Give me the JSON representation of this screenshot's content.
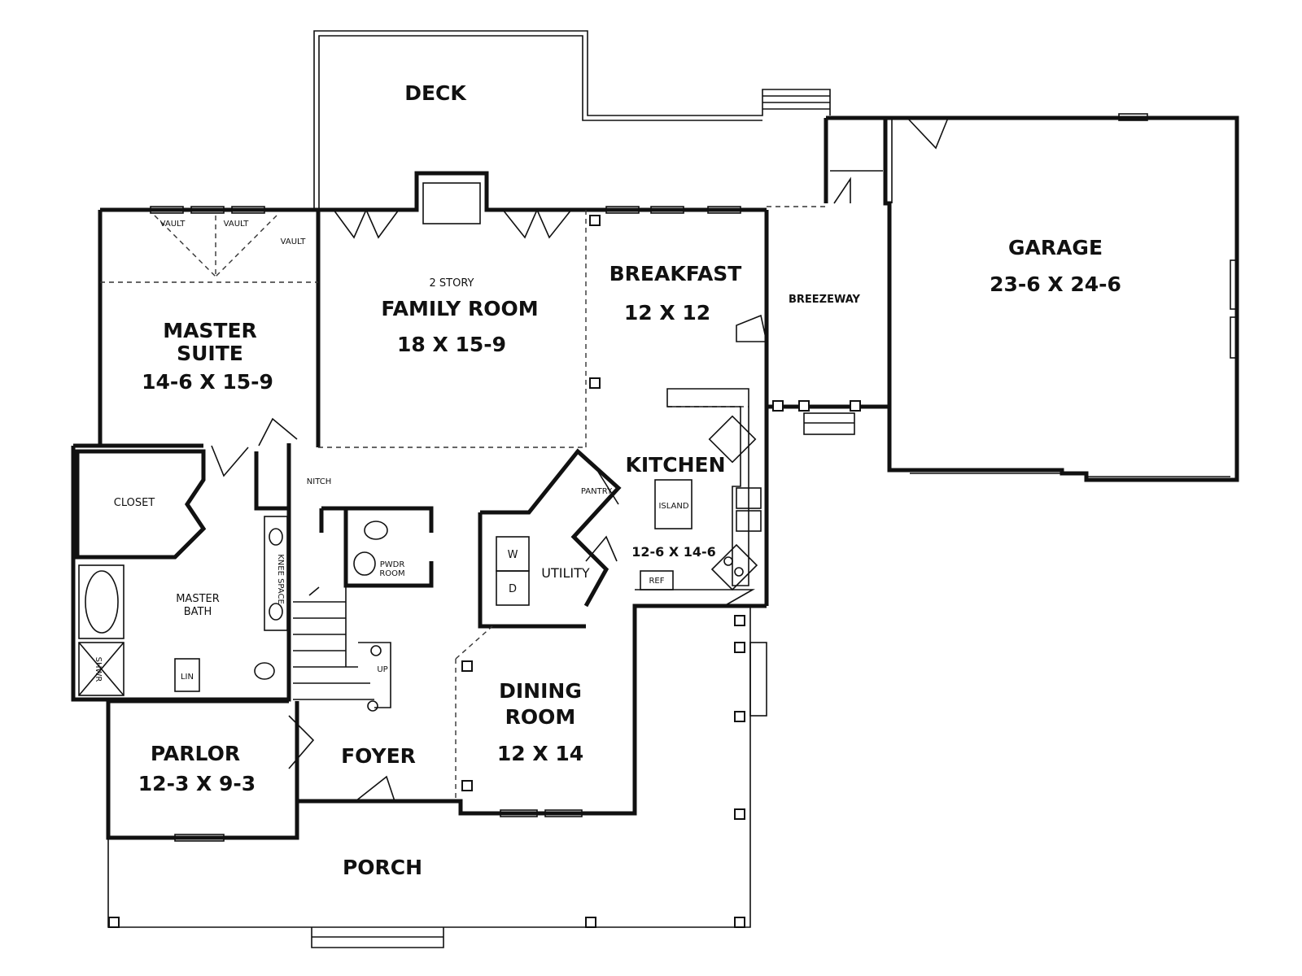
{
  "rooms": {
    "deck": {
      "name": "DECK"
    },
    "garage": {
      "name": "GARAGE",
      "size": "23-6 X 24-6"
    },
    "breakfast": {
      "name": "BREAKFAST",
      "size": "12 X 12"
    },
    "breezeway": {
      "name": "BREEZEWAY"
    },
    "family_room": {
      "note": "2 STORY",
      "name": "FAMILY ROOM",
      "size": "18 X 15-9"
    },
    "master_suite": {
      "name_line1": "MASTER",
      "name_line2": "SUITE",
      "size": "14-6 X 15-9"
    },
    "kitchen": {
      "name": "KITCHEN",
      "size": "12-6 X 14-6"
    },
    "closet": {
      "name": "CLOSET"
    },
    "master_bath": {
      "name_line1": "MASTER",
      "name_line2": "BATH"
    },
    "utility": {
      "name": "UTILITY"
    },
    "pantry": {
      "name": "PANTRY"
    },
    "powder_room": {
      "name_line1": "PWDR",
      "name_line2": "ROOM"
    },
    "dining_room": {
      "name_line1": "DINING",
      "name_line2": "ROOM",
      "size": "12 X 14"
    },
    "parlor": {
      "name": "PARLOR",
      "size": "12-3 X 9-3"
    },
    "foyer": {
      "name": "FOYER"
    },
    "porch": {
      "name": "PORCH"
    }
  },
  "fixtures": {
    "island": "ISLAND",
    "ref": "REF",
    "niche": "NITCH",
    "knee_space": "KNEE SPACE",
    "linen": "LIN",
    "shower": "SHWR",
    "washer": "W",
    "dryer": "D",
    "stair_direction": "UP",
    "vault_labels": [
      "VAULT",
      "VAULT",
      "VAULT"
    ]
  }
}
